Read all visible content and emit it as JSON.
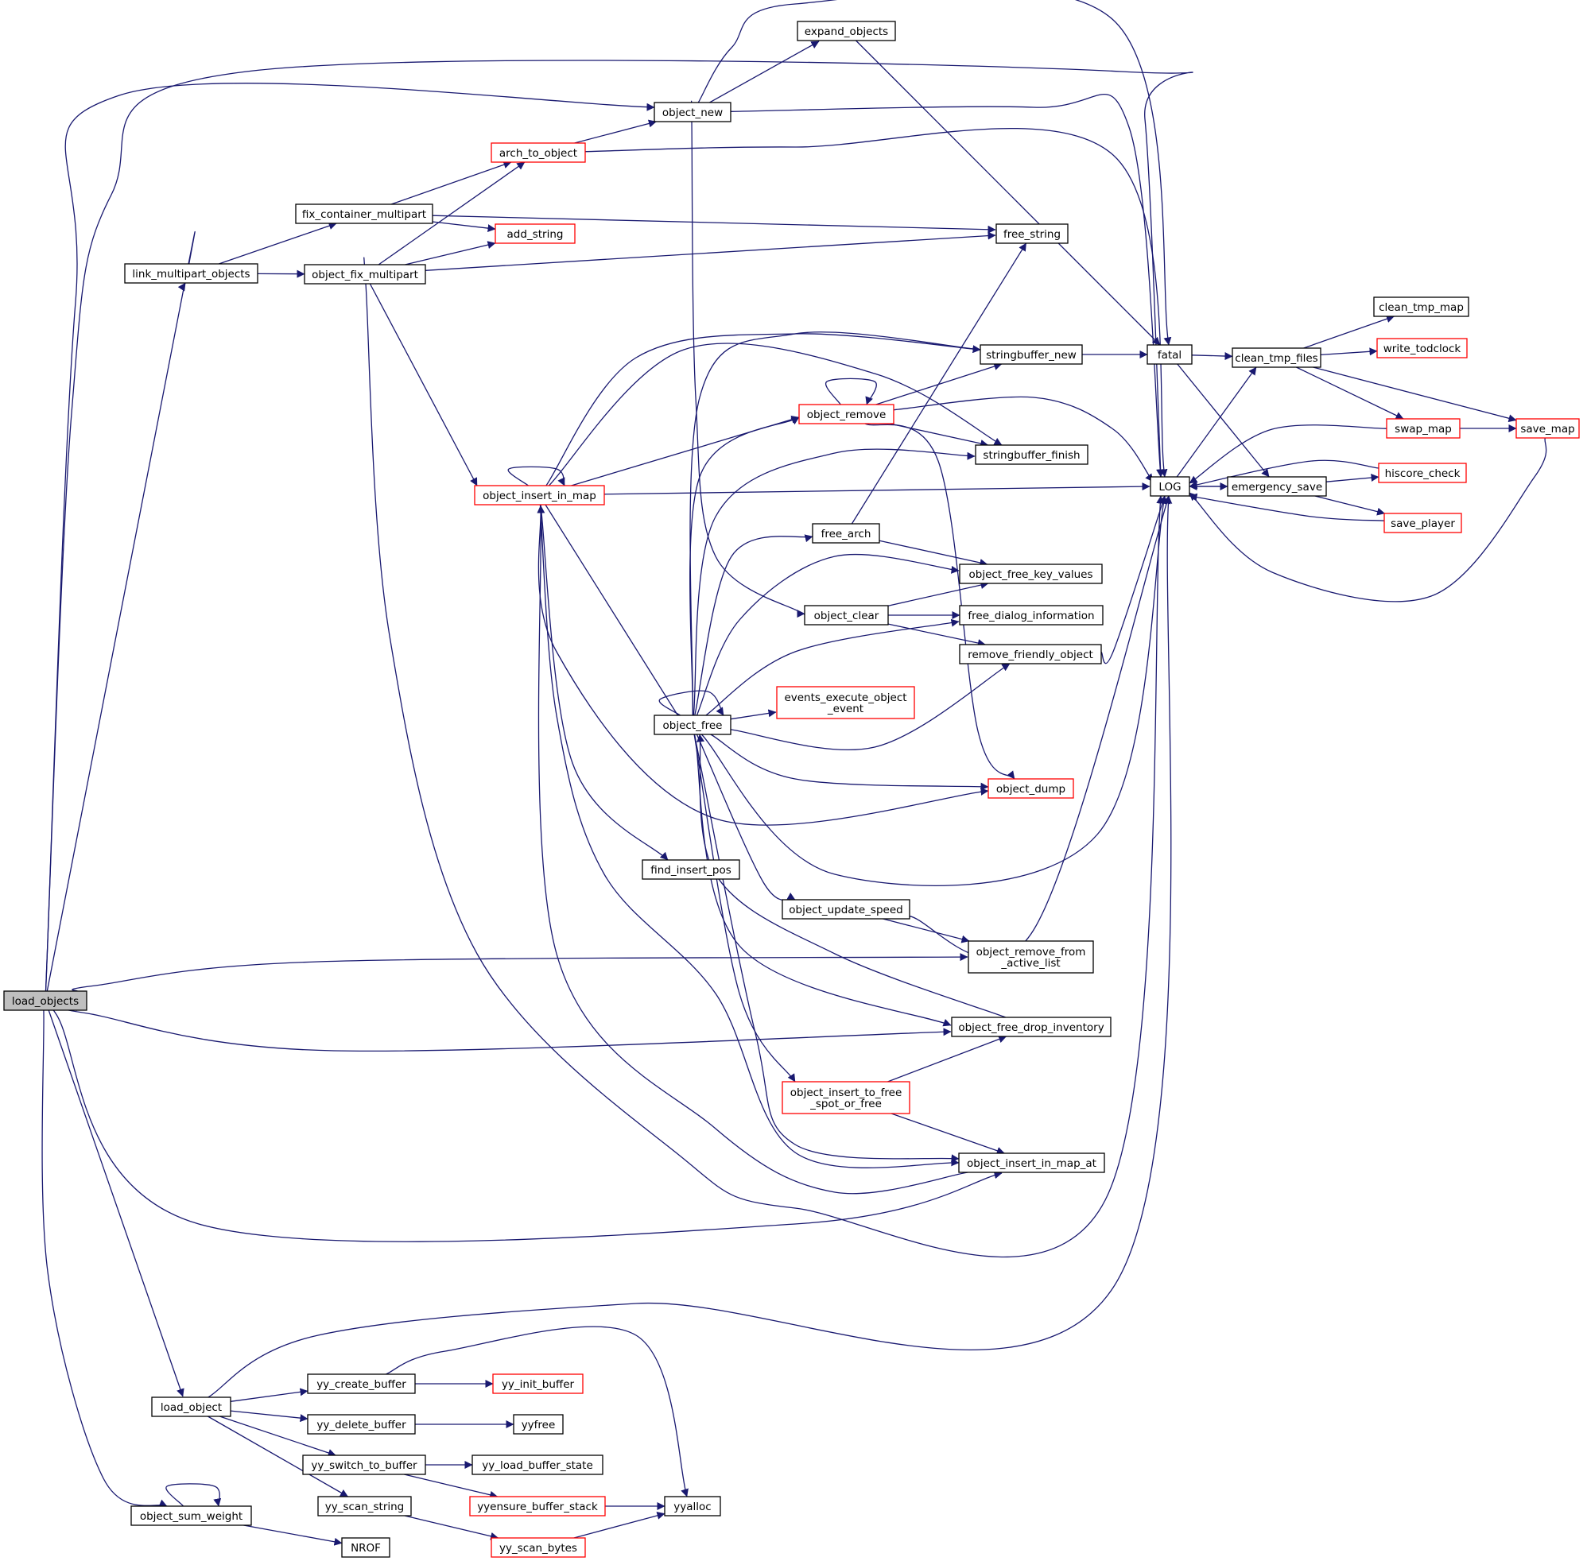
{
  "colors": {
    "edge": "#191970",
    "node_border": "#000000",
    "node_border_highlight": "#ff0000",
    "root_fill": "#bfbfbf",
    "node_fill": "#ffffff"
  },
  "nodes": [
    {
      "id": "load_objects",
      "lines": [
        "load_objects"
      ],
      "style": "root"
    },
    {
      "id": "link_multipart_objects",
      "lines": [
        "link_multipart_objects"
      ],
      "style": "normal"
    },
    {
      "id": "fix_container_multipart",
      "lines": [
        "fix_container_multipart"
      ],
      "style": "normal"
    },
    {
      "id": "object_fix_multipart",
      "lines": [
        "object_fix_multipart"
      ],
      "style": "normal"
    },
    {
      "id": "arch_to_object",
      "lines": [
        "arch_to_object"
      ],
      "style": "red"
    },
    {
      "id": "add_string",
      "lines": [
        "add_string"
      ],
      "style": "red"
    },
    {
      "id": "object_new",
      "lines": [
        "object_new"
      ],
      "style": "normal"
    },
    {
      "id": "expand_objects",
      "lines": [
        "expand_objects"
      ],
      "style": "normal"
    },
    {
      "id": "free_string",
      "lines": [
        "free_string"
      ],
      "style": "normal"
    },
    {
      "id": "object_insert_in_map",
      "lines": [
        "object_insert_in_map"
      ],
      "style": "red"
    },
    {
      "id": "stringbuffer_new",
      "lines": [
        "stringbuffer_new"
      ],
      "style": "normal"
    },
    {
      "id": "stringbuffer_finish",
      "lines": [
        "stringbuffer_finish"
      ],
      "style": "normal"
    },
    {
      "id": "object_remove",
      "lines": [
        "object_remove"
      ],
      "style": "red"
    },
    {
      "id": "fatal",
      "lines": [
        "fatal"
      ],
      "style": "normal"
    },
    {
      "id": "LOG",
      "lines": [
        "LOG"
      ],
      "style": "normal"
    },
    {
      "id": "clean_tmp_files",
      "lines": [
        "clean_tmp_files"
      ],
      "style": "normal"
    },
    {
      "id": "clean_tmp_map",
      "lines": [
        "clean_tmp_map"
      ],
      "style": "normal"
    },
    {
      "id": "write_todclock",
      "lines": [
        "write_todclock"
      ],
      "style": "red"
    },
    {
      "id": "swap_map",
      "lines": [
        "swap_map"
      ],
      "style": "red"
    },
    {
      "id": "save_map",
      "lines": [
        "save_map"
      ],
      "style": "red"
    },
    {
      "id": "hiscore_check",
      "lines": [
        "hiscore_check"
      ],
      "style": "red"
    },
    {
      "id": "emergency_save",
      "lines": [
        "emergency_save"
      ],
      "style": "normal"
    },
    {
      "id": "save_player",
      "lines": [
        "save_player"
      ],
      "style": "red"
    },
    {
      "id": "free_arch",
      "lines": [
        "free_arch"
      ],
      "style": "normal"
    },
    {
      "id": "object_free_key_values",
      "lines": [
        "object_free_key_values"
      ],
      "style": "normal"
    },
    {
      "id": "object_clear",
      "lines": [
        "object_clear"
      ],
      "style": "normal"
    },
    {
      "id": "free_dialog_information",
      "lines": [
        "free_dialog_information"
      ],
      "style": "normal"
    },
    {
      "id": "remove_friendly_object",
      "lines": [
        "remove_friendly_object"
      ],
      "style": "normal"
    },
    {
      "id": "object_free",
      "lines": [
        "object_free"
      ],
      "style": "normal"
    },
    {
      "id": "events_execute_object_event",
      "lines": [
        "events_execute_object",
        "_event"
      ],
      "style": "red"
    },
    {
      "id": "object_dump",
      "lines": [
        "object_dump"
      ],
      "style": "red"
    },
    {
      "id": "find_insert_pos",
      "lines": [
        "find_insert_pos"
      ],
      "style": "normal"
    },
    {
      "id": "object_update_speed",
      "lines": [
        "object_update_speed"
      ],
      "style": "normal"
    },
    {
      "id": "object_remove_from_active_list",
      "lines": [
        "object_remove_from",
        "_active_list"
      ],
      "style": "normal"
    },
    {
      "id": "object_free_drop_inventory",
      "lines": [
        "object_free_drop_inventory"
      ],
      "style": "normal"
    },
    {
      "id": "object_insert_to_free_spot_or_free",
      "lines": [
        "object_insert_to_free",
        "_spot_or_free"
      ],
      "style": "red"
    },
    {
      "id": "object_insert_in_map_at",
      "lines": [
        "object_insert_in_map_at"
      ],
      "style": "normal"
    },
    {
      "id": "load_object",
      "lines": [
        "load_object"
      ],
      "style": "normal"
    },
    {
      "id": "yy_create_buffer",
      "lines": [
        "yy_create_buffer"
      ],
      "style": "normal"
    },
    {
      "id": "yy_init_buffer",
      "lines": [
        "yy_init_buffer"
      ],
      "style": "red"
    },
    {
      "id": "yy_delete_buffer",
      "lines": [
        "yy_delete_buffer"
      ],
      "style": "normal"
    },
    {
      "id": "yyfree",
      "lines": [
        "yyfree"
      ],
      "style": "normal"
    },
    {
      "id": "yy_switch_to_buffer",
      "lines": [
        "yy_switch_to_buffer"
      ],
      "style": "normal"
    },
    {
      "id": "yy_load_buffer_state",
      "lines": [
        "yy_load_buffer_state"
      ],
      "style": "normal"
    },
    {
      "id": "yy_scan_string",
      "lines": [
        "yy_scan_string"
      ],
      "style": "normal"
    },
    {
      "id": "yyensure_buffer_stack",
      "lines": [
        "yyensure_buffer_stack"
      ],
      "style": "red"
    },
    {
      "id": "yyalloc",
      "lines": [
        "yyalloc"
      ],
      "style": "normal"
    },
    {
      "id": "object_sum_weight",
      "lines": [
        "object_sum_weight"
      ],
      "style": "normal"
    },
    {
      "id": "NROF",
      "lines": [
        "NROF"
      ],
      "style": "normal"
    },
    {
      "id": "yy_scan_bytes",
      "lines": [
        "yy_scan_bytes"
      ],
      "style": "red"
    }
  ],
  "edges": [
    {
      "from": "load_objects",
      "to": "link_multipart_objects"
    },
    {
      "from": "load_objects",
      "to": "object_new"
    },
    {
      "from": "load_objects",
      "to": "LOG"
    },
    {
      "from": "load_objects",
      "to": "object_remove_from_active_list"
    },
    {
      "from": "load_objects",
      "to": "object_free_drop_inventory"
    },
    {
      "from": "load_objects",
      "to": "object_insert_in_map_at"
    },
    {
      "from": "load_objects",
      "to": "load_object"
    },
    {
      "from": "load_objects",
      "to": "object_sum_weight"
    },
    {
      "from": "link_multipart_objects",
      "to": "fix_container_multipart"
    },
    {
      "from": "link_multipart_objects",
      "to": "object_fix_multipart"
    },
    {
      "from": "fix_container_multipart",
      "to": "arch_to_object"
    },
    {
      "from": "fix_container_multipart",
      "to": "add_string"
    },
    {
      "from": "fix_container_multipart",
      "to": "free_string"
    },
    {
      "from": "object_fix_multipart",
      "to": "arch_to_object"
    },
    {
      "from": "object_fix_multipart",
      "to": "add_string"
    },
    {
      "from": "object_fix_multipart",
      "to": "free_string"
    },
    {
      "from": "object_fix_multipart",
      "to": "object_insert_in_map"
    },
    {
      "from": "object_fix_multipart",
      "to": "LOG"
    },
    {
      "from": "arch_to_object",
      "to": "object_new"
    },
    {
      "from": "arch_to_object",
      "to": "LOG"
    },
    {
      "from": "object_new",
      "to": "expand_objects"
    },
    {
      "from": "object_new",
      "to": "fatal"
    },
    {
      "from": "object_new",
      "to": "LOG"
    },
    {
      "from": "object_new",
      "to": "object_clear"
    },
    {
      "from": "expand_objects",
      "to": "fatal"
    },
    {
      "from": "object_insert_in_map",
      "to": "object_insert_in_map"
    },
    {
      "from": "object_insert_in_map",
      "to": "stringbuffer_new"
    },
    {
      "from": "object_insert_in_map",
      "to": "stringbuffer_finish"
    },
    {
      "from": "object_insert_in_map",
      "to": "object_remove"
    },
    {
      "from": "object_insert_in_map",
      "to": "LOG"
    },
    {
      "from": "object_insert_in_map",
      "to": "object_free"
    },
    {
      "from": "object_insert_in_map",
      "to": "object_dump"
    },
    {
      "from": "object_insert_in_map",
      "to": "find_insert_pos"
    },
    {
      "from": "object_insert_in_map",
      "to": "object_insert_in_map_at"
    },
    {
      "from": "object_remove",
      "to": "object_remove"
    },
    {
      "from": "object_remove",
      "to": "stringbuffer_new"
    },
    {
      "from": "object_remove",
      "to": "stringbuffer_finish"
    },
    {
      "from": "object_remove",
      "to": "LOG"
    },
    {
      "from": "object_remove",
      "to": "object_dump"
    },
    {
      "from": "stringbuffer_new",
      "to": "fatal"
    },
    {
      "from": "fatal",
      "to": "clean_tmp_files"
    },
    {
      "from": "fatal",
      "to": "emergency_save"
    },
    {
      "from": "clean_tmp_files",
      "to": "clean_tmp_map"
    },
    {
      "from": "clean_tmp_files",
      "to": "write_todclock"
    },
    {
      "from": "clean_tmp_files",
      "to": "swap_map"
    },
    {
      "from": "clean_tmp_files",
      "to": "save_map"
    },
    {
      "from": "swap_map",
      "to": "save_map"
    },
    {
      "from": "swap_map",
      "to": "LOG"
    },
    {
      "from": "save_map",
      "to": "LOG"
    },
    {
      "from": "LOG",
      "to": "clean_tmp_files"
    },
    {
      "from": "LOG",
      "to": "emergency_save"
    },
    {
      "from": "emergency_save",
      "to": "LOG"
    },
    {
      "from": "emergency_save",
      "to": "hiscore_check"
    },
    {
      "from": "emergency_save",
      "to": "save_player"
    },
    {
      "from": "hiscore_check",
      "to": "LOG"
    },
    {
      "from": "save_player",
      "to": "LOG"
    },
    {
      "from": "free_arch",
      "to": "free_string"
    },
    {
      "from": "free_arch",
      "to": "object_free_key_values"
    },
    {
      "from": "object_clear",
      "to": "object_free_key_values"
    },
    {
      "from": "object_clear",
      "to": "free_dialog_information"
    },
    {
      "from": "object_clear",
      "to": "remove_friendly_object"
    },
    {
      "from": "remove_friendly_object",
      "to": "LOG"
    },
    {
      "from": "object_free",
      "to": "object_free"
    },
    {
      "from": "object_free",
      "to": "stringbuffer_new"
    },
    {
      "from": "object_free",
      "to": "stringbuffer_finish"
    },
    {
      "from": "object_free",
      "to": "object_remove"
    },
    {
      "from": "object_free",
      "to": "free_arch"
    },
    {
      "from": "object_free",
      "to": "object_free_key_values"
    },
    {
      "from": "object_free",
      "to": "free_dialog_information"
    },
    {
      "from": "object_free",
      "to": "remove_friendly_object"
    },
    {
      "from": "object_free",
      "to": "events_execute_object_event"
    },
    {
      "from": "object_free",
      "to": "object_dump"
    },
    {
      "from": "object_free",
      "to": "LOG"
    },
    {
      "from": "object_free",
      "to": "object_update_speed"
    },
    {
      "from": "object_free",
      "to": "object_free_drop_inventory"
    },
    {
      "from": "object_free",
      "to": "object_insert_to_free_spot_or_free"
    },
    {
      "from": "object_free",
      "to": "object_insert_in_map_at"
    },
    {
      "from": "object_update_speed",
      "to": "LOG"
    },
    {
      "from": "object_update_speed",
      "to": "object_remove_from_active_list"
    },
    {
      "from": "object_free_drop_inventory",
      "to": "object_free"
    },
    {
      "from": "object_insert_to_free_spot_or_free",
      "to": "object_free_drop_inventory"
    },
    {
      "from": "object_insert_to_free_spot_or_free",
      "to": "object_insert_in_map_at"
    },
    {
      "from": "object_insert_in_map_at",
      "to": "object_insert_in_map"
    },
    {
      "from": "load_object",
      "to": "LOG"
    },
    {
      "from": "load_object",
      "to": "yy_create_buffer"
    },
    {
      "from": "load_object",
      "to": "yy_delete_buffer"
    },
    {
      "from": "load_object",
      "to": "yy_switch_to_buffer"
    },
    {
      "from": "load_object",
      "to": "yy_scan_string"
    },
    {
      "from": "yy_create_buffer",
      "to": "yy_init_buffer"
    },
    {
      "from": "yy_create_buffer",
      "to": "yyalloc"
    },
    {
      "from": "yy_delete_buffer",
      "to": "yyfree"
    },
    {
      "from": "yy_switch_to_buffer",
      "to": "yy_load_buffer_state"
    },
    {
      "from": "yy_switch_to_buffer",
      "to": "yyensure_buffer_stack"
    },
    {
      "from": "yy_scan_string",
      "to": "yy_scan_bytes"
    },
    {
      "from": "yyensure_buffer_stack",
      "to": "yyalloc"
    },
    {
      "from": "yy_scan_bytes",
      "to": "yyalloc"
    },
    {
      "from": "object_sum_weight",
      "to": "object_sum_weight"
    },
    {
      "from": "object_sum_weight",
      "to": "NROF"
    }
  ]
}
